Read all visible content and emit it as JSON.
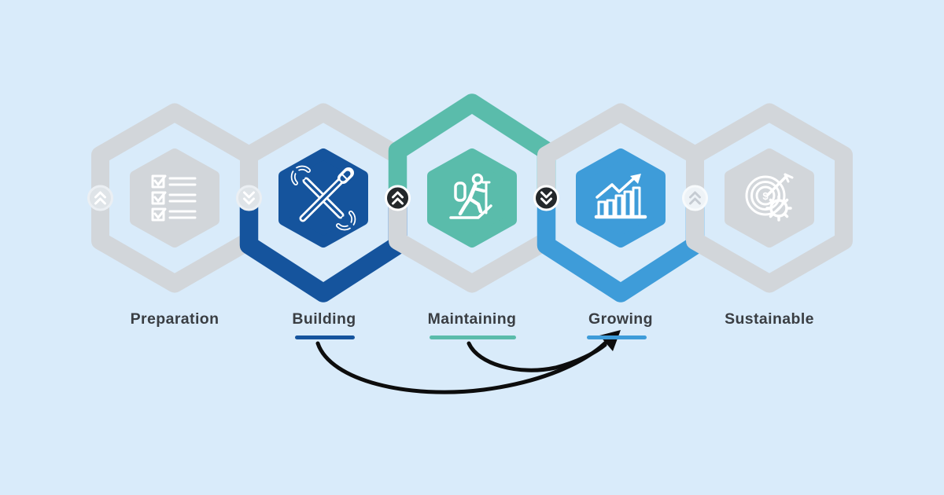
{
  "diagram": {
    "stages": [
      {
        "label": "Preparation",
        "icon": "checklist-icon",
        "accent": "#d2d6da",
        "active": false,
        "underlined": false
      },
      {
        "label": "Building",
        "icon": "wrench-screwdriver-icon",
        "accent": "#15549d",
        "active": true,
        "underlined": true
      },
      {
        "label": "Maintaining",
        "icon": "hiker-icon",
        "accent": "#5abcab",
        "active": true,
        "underlined": true
      },
      {
        "label": "Growing",
        "icon": "growth-bar-chart-icon",
        "accent": "#3e9cd9",
        "active": true,
        "underlined": true
      },
      {
        "label": "Sustainable",
        "icon": "money-target-gear-icon",
        "accent": "#d2d6da",
        "active": false,
        "underlined": false,
        "icon_symbol": "$"
      }
    ],
    "connectors": [
      {
        "between": "start-preparation",
        "chevron": "up",
        "variant": "light"
      },
      {
        "between": "preparation-building",
        "chevron": "down",
        "variant": "light"
      },
      {
        "between": "building-maintaining",
        "chevron": "up",
        "variant": "dark"
      },
      {
        "between": "maintaining-growing",
        "chevron": "down",
        "variant": "dark"
      },
      {
        "between": "growing-sustainable",
        "chevron": "up",
        "variant": "faint"
      }
    ],
    "arrows": [
      {
        "from": "Building",
        "to": "Growing"
      },
      {
        "from": "Maintaining",
        "to": "Growing"
      }
    ],
    "colors": {
      "background": "#d9ebfa",
      "hex_gray": "#d2d6da",
      "dark_blue": "#15549d",
      "teal": "#5abcab",
      "light_blue": "#3e9cd9",
      "label_text": "#3a3e43",
      "arrow_black": "#0d0d0d"
    }
  }
}
